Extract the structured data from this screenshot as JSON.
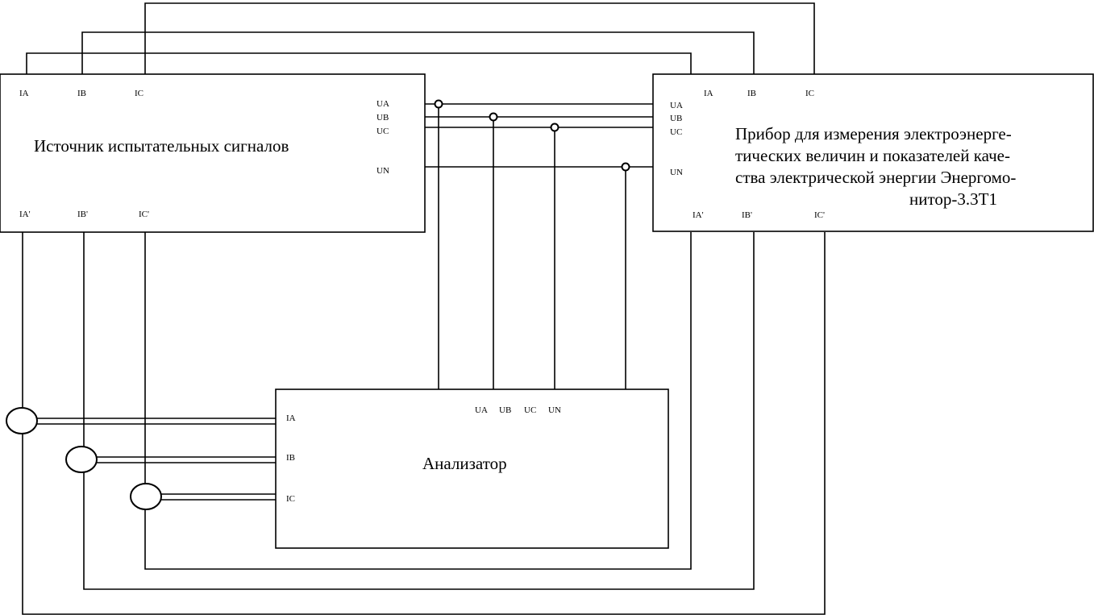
{
  "source": {
    "title": "Источник испытательных сигналов",
    "terminals": {
      "ia": "IA",
      "ib": "IB",
      "ic": "IC",
      "ua": "UA",
      "ub": "UB",
      "uc": "UC",
      "un": "UN",
      "ia2": "IA'",
      "ib2": "IB'",
      "ic2": "IC'"
    }
  },
  "device": {
    "title_lines": [
      "Прибор для измерения электроэнерге-",
      "тических величин и показателей каче-",
      "ства электрической энергии Энергомо-",
      "нитор-3.3Т1"
    ],
    "terminals": {
      "ia": "IA",
      "ib": "IB",
      "ic": "IC",
      "ua": "UA",
      "ub": "UB",
      "uc": "UC",
      "un": "UN",
      "ia2": "IA'",
      "ib2": "IB'",
      "ic2": "IC'"
    }
  },
  "analyzer": {
    "title": "Анализатор",
    "terminals": {
      "ia": "IA",
      "ib": "IB",
      "ic": "IC",
      "ua": "UA",
      "ub": "UB",
      "uc": "UC",
      "un": "UN"
    }
  }
}
